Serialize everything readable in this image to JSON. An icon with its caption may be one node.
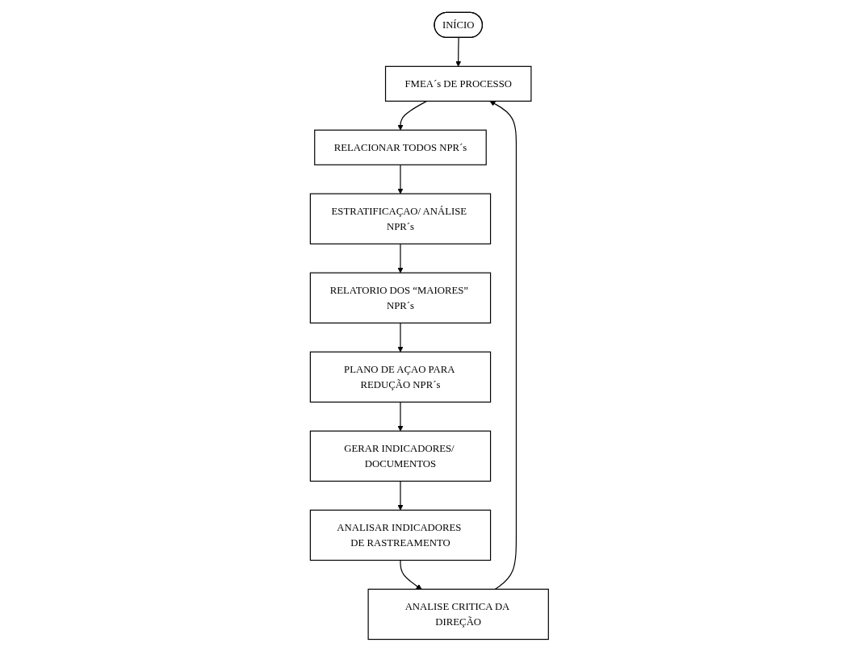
{
  "diagram": {
    "nodes": [
      {
        "text": [
          "INÍCIO"
        ]
      },
      {
        "text": [
          "FMEA´s DE PROCESSO"
        ]
      },
      {
        "text": [
          "ANALISE CRITICA DA DIREÇÃO"
        ]
      },
      {
        "text": [
          "RELACIONAR TODOS NPR´s"
        ]
      },
      {
        "text": [
          "ANALISAR INDICADORES DE RASTREAMENTO"
        ]
      },
      {
        "text": [
          "ESTRATIFICAÇAO/ ANÁLISE NPR´s"
        ]
      },
      {
        "text": [
          "GERAR INDICADORES/ DOCUMENTOS"
        ]
      },
      {
        "text": [
          "RELATORIO DOS “MAIORES” NPR´s"
        ]
      },
      {
        "text": [
          "PLANO DE AÇAO PARA REDUÇÃO NPR´s"
        ]
      }
    ],
    "edges": [
      {
        "from": 0,
        "to": 1,
        "arrow": "to"
      },
      {
        "from": 1,
        "to": 3,
        "arrow": "to"
      },
      {
        "from": 3,
        "to": 5,
        "arrow": "to"
      },
      {
        "from": 5,
        "to": 7,
        "arrow": "to"
      },
      {
        "from": 7,
        "to": 8,
        "arrow": "to"
      },
      {
        "from": 8,
        "to": 6,
        "arrow": "to"
      },
      {
        "from": 6,
        "to": 4,
        "arrow": "to"
      },
      {
        "from": 4,
        "to": 2,
        "arrow": "to"
      },
      {
        "from": 2,
        "to": 1,
        "arrow": "to"
      }
    ]
  }
}
